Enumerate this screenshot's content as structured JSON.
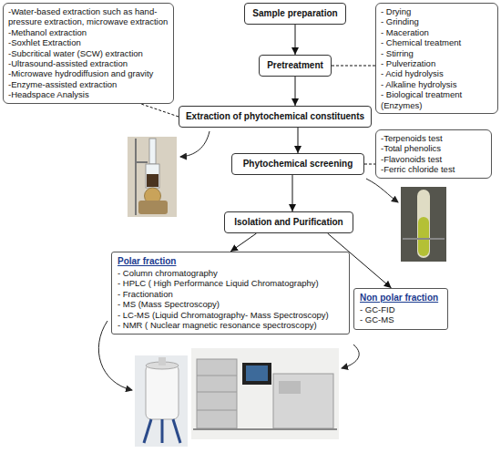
{
  "diagram": {
    "nodes": [
      {
        "text": [
          "-Water-based extraction such as hand-pressure extraction, microwave extraction",
          "-Methanol extraction",
          "-Soxhlet Extraction",
          "-Subcritical water (SCW) extraction",
          "-Ultrasound-assisted extraction",
          "-Microwave hydrodiffusion and gravity",
          "-Enzyme-assisted extraction",
          "-Headspace Analysis"
        ]
      },
      {
        "text": [
          "Sample preparation"
        ]
      },
      {
        "text": [
          "- Drying",
          "- Grinding",
          "- Maceration",
          "- Chemical treatment",
          "- Stirring",
          "- Pulverization",
          "- Acid hydrolysis",
          "- Alkaline hydrolysis",
          "- Biological treatment (Enzymes)"
        ]
      },
      {
        "text": [
          "Pretreatment"
        ]
      },
      {
        "text": [
          "Extraction of phytochemical constituents"
        ]
      },
      {
        "text": [
          "Phytochemical screening"
        ]
      },
      {
        "text": [
          "-Terpenoids test",
          "-Total phenolics",
          "-Flavonoids test",
          "-Ferric chloride test"
        ]
      },
      {
        "text": [
          "Isolation and Purification"
        ]
      },
      {
        "text": [
          "Polar fraction",
          "- Column chromatography",
          "- HPLC ( High Performance Liquid Chromatography)",
          "- Fractionation",
          "- MS (Mass Spectroscopy)",
          "- LC-MS (Liquid Chromatography- Mass Spectroscopy)",
          "- NMR ( Nuclear magnetic resonance spectroscopy)"
        ]
      },
      {
        "text": [
          "Non polar fraction",
          "- GC-FID",
          "- GC-MS"
        ]
      }
    ],
    "edges": [
      {
        "from": 1,
        "to": 3,
        "arrow": "to"
      },
      {
        "from": 3,
        "to": 4,
        "arrow": "to"
      },
      {
        "from": 4,
        "to": 5,
        "arrow": "to"
      },
      {
        "from": 5,
        "to": 7,
        "arrow": "to"
      },
      {
        "from": 7,
        "to": 8,
        "arrow": "to"
      },
      {
        "from": 7,
        "to": 9,
        "arrow": "to"
      },
      {
        "from": 3,
        "to": 2,
        "arrow": "none"
      },
      {
        "from": 4,
        "to": 0,
        "arrow": "none"
      },
      {
        "from": 5,
        "to": 6,
        "arrow": "none"
      }
    ]
  }
}
